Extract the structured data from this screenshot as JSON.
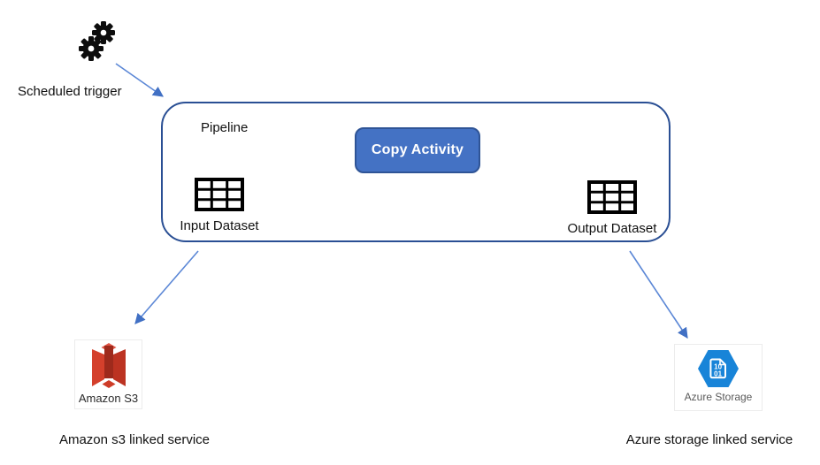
{
  "trigger": {
    "label": "Scheduled trigger"
  },
  "pipeline": {
    "label": "Pipeline",
    "activity_label": "Copy Activity",
    "input_dataset_label": "Input Dataset",
    "output_dataset_label": "Output Dataset"
  },
  "source": {
    "icon_caption": "Amazon S3",
    "label": "Amazon s3 linked service"
  },
  "sink": {
    "icon_caption": "Azure Storage",
    "icon_binary_top": "10",
    "icon_binary_bottom": "01",
    "label": "Azure storage linked service"
  },
  "icons": {
    "trigger": "gears-icon",
    "datasets": "table-grid-icon",
    "source": "amazon-s3-bucket-icon",
    "sink": "azure-storage-hexagon-icon"
  },
  "colors": {
    "arrow_line": "#5b87d6",
    "arrow_head": "#4170c4",
    "pipeline_border": "#2a4f94",
    "activity_fill": "#4472c4",
    "activity_border": "#2f5496",
    "s3_red": "#ce3c28",
    "azure_blue": "#1884d8",
    "caption_gray": "#5a5a5a"
  }
}
